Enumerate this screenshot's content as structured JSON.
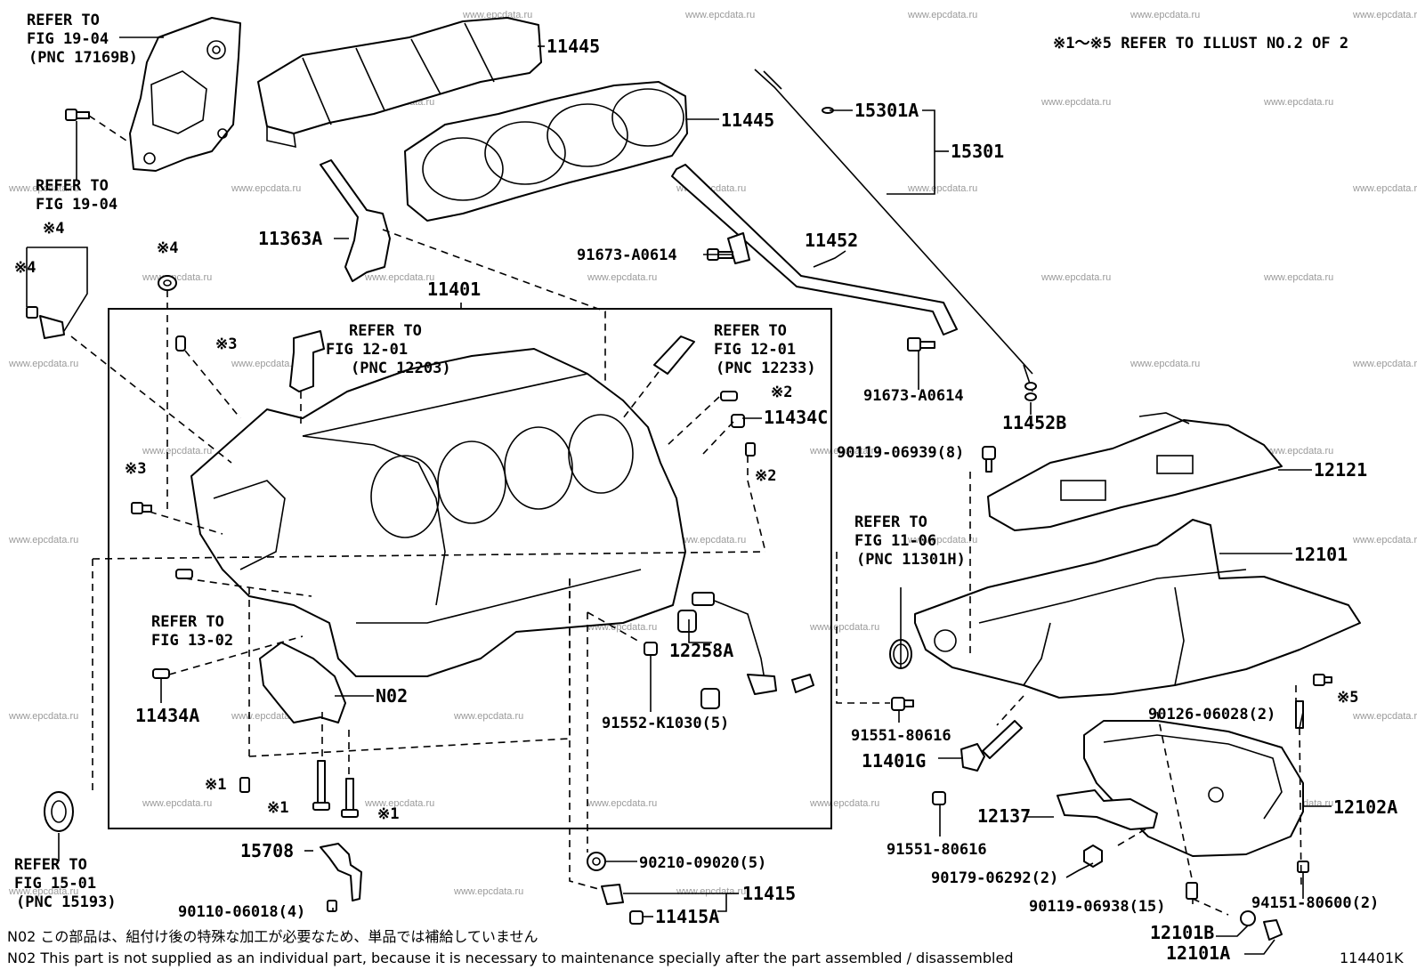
{
  "header_note": "※1～※5 REFER TO ILLUST NO.2 OF 2",
  "watermark": "www.epcdata.ru",
  "labels": {
    "p11445_top": "11445",
    "p11445_mid": "11445",
    "p15301A": "15301A",
    "p15301": "15301",
    "p11363A": "11363A",
    "p11452": "11452",
    "p91673_a": "91673-A0614",
    "p91673_b": "91673-A0614",
    "p11401": "11401",
    "p11452B": "11452B",
    "p90119_8": "90119-06939(8)",
    "p12121": "12121",
    "p12101": "12101",
    "p11434C": "11434C",
    "p12258A": "12258A",
    "pN02": "N02",
    "p11434A": "11434A",
    "p91552": "91552-K1030(5)",
    "p91551_a": "91551-80616",
    "p11401G": "11401G",
    "p91551_b": "91551-80616",
    "p12137": "12137",
    "p90126": "90126-06028(2)",
    "p12102A": "12102A",
    "p90179": "90179-06292(2)",
    "p94151": "94151-80600(2)",
    "p90119_15": "90119-06938(15)",
    "p12101B": "12101B",
    "p12101A": "12101A",
    "p15708": "15708",
    "p90210": "90210-09020(5)",
    "p90110": "90110-06018(4)",
    "p11415": "11415",
    "p11415A": "11415A"
  },
  "refs": {
    "r_1904a": [
      "REFER TO",
      "FIG 19-04",
      "(PNC 17169B)"
    ],
    "r_1904b": [
      "REFER TO",
      "FIG 19-04"
    ],
    "r_1201a": [
      "REFER TO",
      "FIG 12-01",
      "(PNC 12203)"
    ],
    "r_1201b": [
      "REFER TO",
      "FIG 12-01",
      "(PNC 12233)"
    ],
    "r_1106": [
      "REFER TO",
      "FIG 11-06",
      "(PNC 11301H)"
    ],
    "r_1302": [
      "REFER TO",
      "FIG 13-02"
    ],
    "r_1501": [
      "REFER TO",
      "FIG 15-01",
      "(PNC 15193)"
    ]
  },
  "marks": {
    "m4a": "※4",
    "m4b": "※4",
    "m4c": "※4",
    "m3a": "※3",
    "m3b": "※3",
    "m2a": "※2",
    "m2b": "※2",
    "m1a": "※1",
    "m1b": "※1",
    "m1c": "※1",
    "m5": "※5"
  },
  "footnotes": {
    "jp": "N02  この部品は、組付け後の特殊な加工が必要なため、単品では補給していません",
    "en": "N02  This part is not supplied as an individual part, because it is necessary to maintenance specially after the part assembled / disassembled"
  },
  "figure_id": "114401K"
}
